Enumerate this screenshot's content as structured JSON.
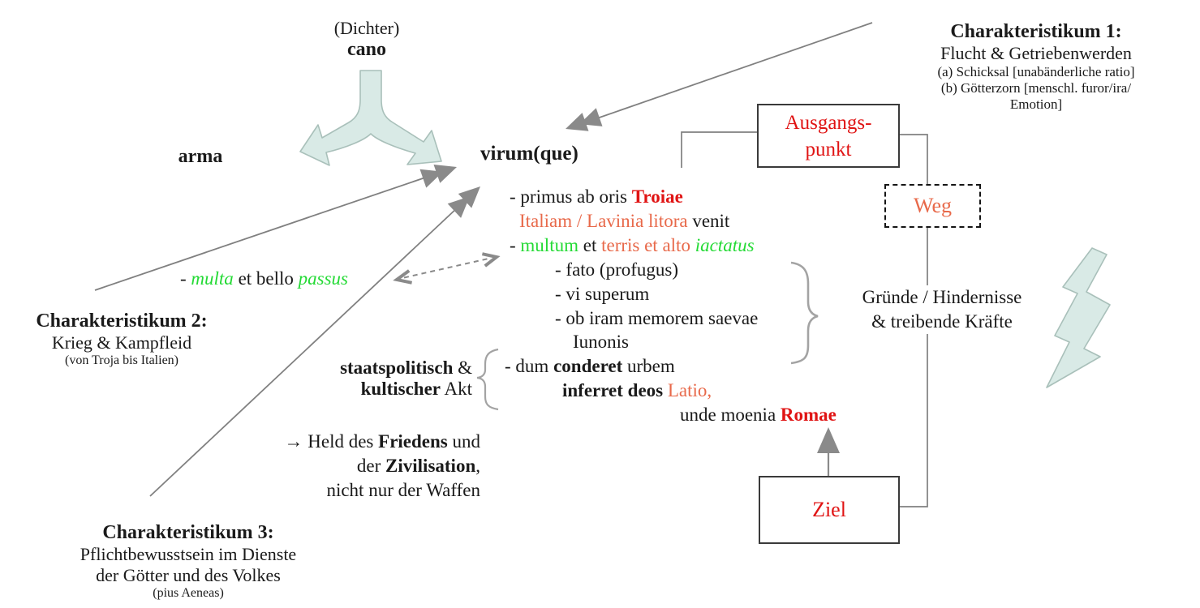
{
  "palette": {
    "red": "#e01414",
    "salmon": "#e8694a",
    "green": "#24da35",
    "line_gray": "#808080",
    "brace_gray": "#a3a3a3",
    "shape_teal_fill": "#d9eae6",
    "shape_teal_stroke": "#a9c0ba"
  },
  "cano_group": {
    "dichter": "(Dichter)",
    "cano": "cano"
  },
  "arma": "arma",
  "virum": "virum(que)",
  "char1": {
    "title": "Charakteristikum 1:",
    "line": "Flucht & Getriebenwerden",
    "a": "(a) Schicksal [unabänderliche ratio]",
    "b1": "(b) Götterzorn [menschl. furor/ira/",
    "b2": "Emotion]"
  },
  "char2": {
    "title": "Charakteristikum 2:",
    "line": "Krieg & Kampfleid",
    "paren": "(von Troja bis Italien)"
  },
  "char3": {
    "title": "Charakteristikum 3:",
    "line1": "Pflichtbewusstsein im Dienste",
    "line2": "der Götter und des Volkes",
    "paren": "(pius Aeneas)"
  },
  "latin": {
    "line1_pre": "- primus ab oris ",
    "line1_troiae": "Troiae",
    "line2_salmon": "Italiam / Lavinia litora",
    "line2_rest": " venit",
    "line3_dash": "- ",
    "line3_multum": "multum",
    "line3_et": " et ",
    "line3_terris": "terris et alto",
    "line3_sp": " ",
    "line3_iactatus": "iactatus",
    "sub1": "- fato (profugus)",
    "sub2": "- vi superum",
    "sub3": "- ob iram memorem saevae",
    "sub4": "Iunonis"
  },
  "multa_line": {
    "dash": "- ",
    "multa": "multa",
    "mid": " et bello ",
    "passus": "passus"
  },
  "staats": {
    "l1_bold": "staatspolitisch",
    "l1_rest": " &",
    "l2_bold": "kultischer",
    "l2_rest": " Akt"
  },
  "dum": {
    "l1_pre": "- dum ",
    "l1_bold": "conderet",
    "l1_post": " urbem",
    "l2_bold": "inferret deos",
    "l2_salmon": " Latio,",
    "l3_pre": "unde moenia ",
    "l3_romae": "Romae"
  },
  "held": {
    "l1_pre": "→ Held des ",
    "l1_bold": "Friedens",
    "l1_post": " und",
    "l2_pre": "der ",
    "l2_bold": "Zivilisation",
    "l2_post": ",",
    "l3": "nicht nur der Waffen"
  },
  "gruende": {
    "l1": "Gründe / Hindernisse",
    "l2": "& treibende Kräfte"
  },
  "boxes": {
    "start_l1": "Ausgangs-",
    "start_l2": "punkt",
    "weg": "Weg",
    "ziel": "Ziel"
  }
}
